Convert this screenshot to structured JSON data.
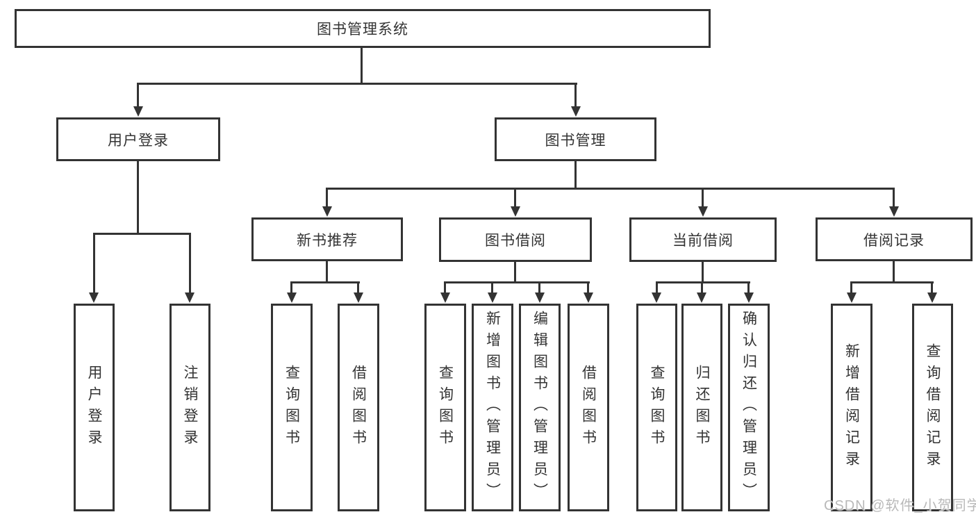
{
  "colors": {
    "border": "#333333",
    "text": "#333333",
    "background": "#ffffff",
    "watermark_text": "#b9b9b9"
  },
  "watermark": "CSDN @软件_小贺同学",
  "tree": {
    "label": "图书管理系统",
    "children": [
      {
        "label": "用户登录",
        "children": [
          {
            "label": "用户登录"
          },
          {
            "label": "注销登录"
          }
        ]
      },
      {
        "label": "图书管理",
        "children": [
          {
            "label": "新书推荐",
            "children": [
              {
                "label": "查询图书"
              },
              {
                "label": "借阅图书"
              }
            ]
          },
          {
            "label": "图书借阅",
            "children": [
              {
                "label": "查询图书"
              },
              {
                "label": "新增图书（管理员）"
              },
              {
                "label": "编辑图书（管理员）"
              },
              {
                "label": "借阅图书"
              }
            ]
          },
          {
            "label": "当前借阅",
            "children": [
              {
                "label": "查询图书"
              },
              {
                "label": "归还图书"
              },
              {
                "label": "确认归还（管理员）"
              }
            ]
          },
          {
            "label": "借阅记录",
            "children": [
              {
                "label": "新增借阅记录"
              },
              {
                "label": "查询借阅记录"
              }
            ]
          }
        ]
      }
    ]
  }
}
